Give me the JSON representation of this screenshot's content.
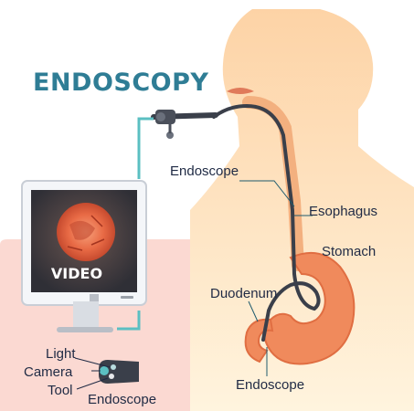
{
  "title": "ENDOSCOPY",
  "screen_label": "VIDEO",
  "labels": {
    "endoscope_top": "Endoscope",
    "esophagus": "Esophagus",
    "stomach": "Stomach",
    "duodenum": "Duodenum",
    "endoscope_bottom": "Endoscope",
    "light": "Light",
    "camera": "Camera",
    "tool": "Tool",
    "endoscope_tip": "Endoscope"
  },
  "colors": {
    "title": "#2f7d95",
    "body": "#fde2b8",
    "stomach": "#f08a5c",
    "tube": "#3a3f4a",
    "cable": "#5bbfc2",
    "background_panel": "#fbd9d2"
  }
}
